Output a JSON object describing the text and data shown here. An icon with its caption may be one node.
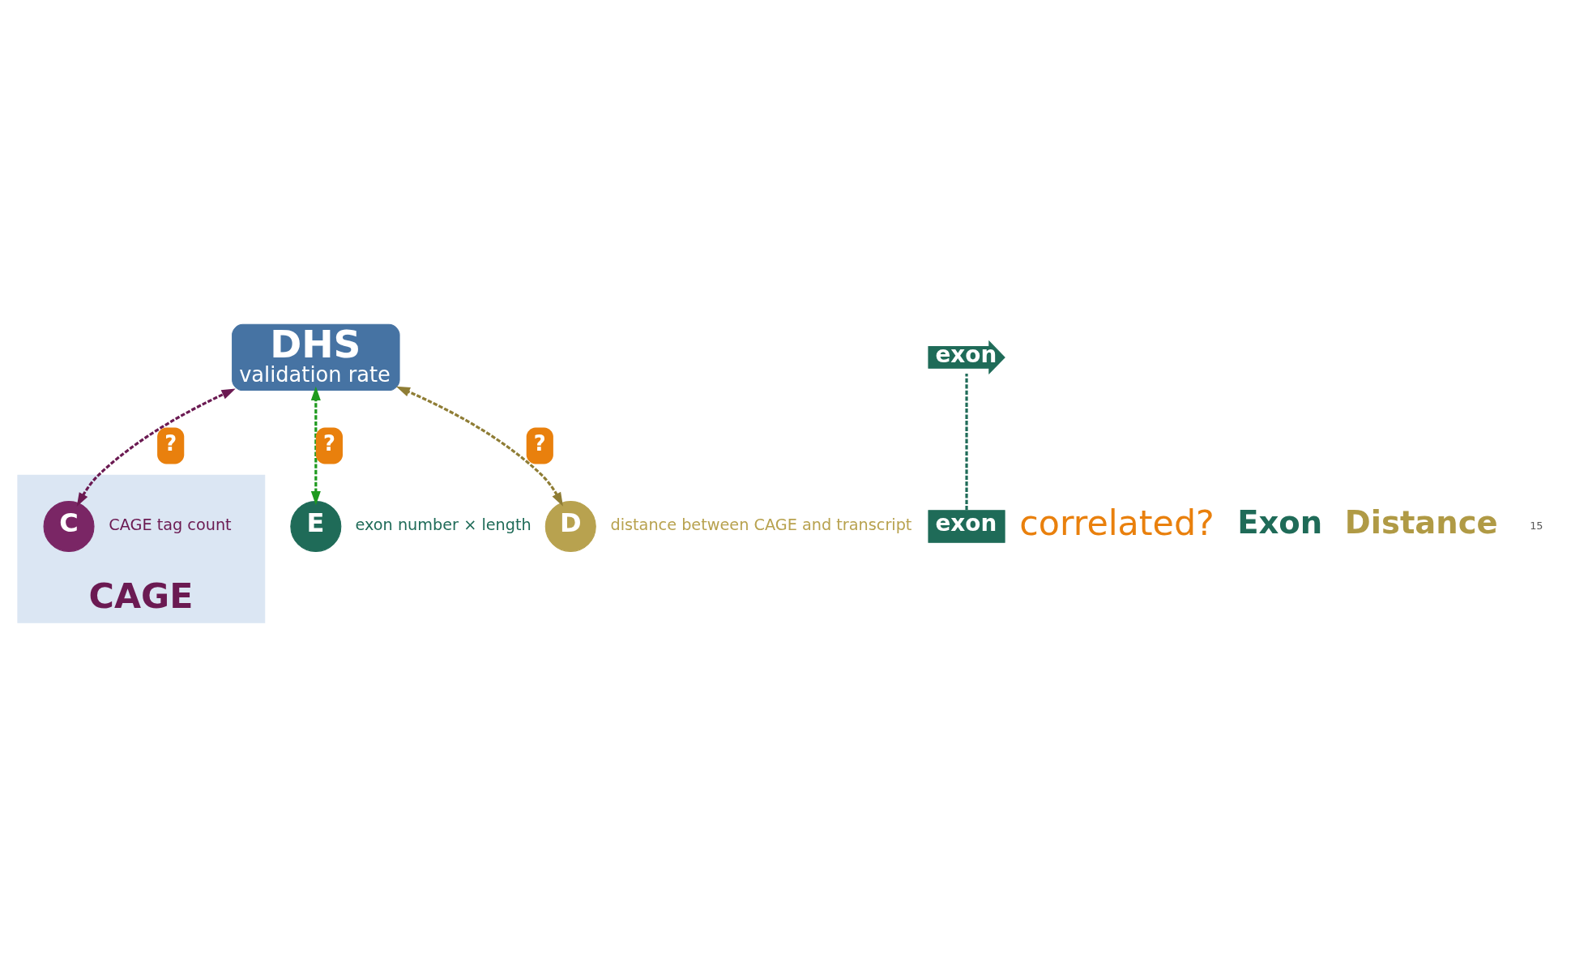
{
  "diagram": {
    "nodes": [
      {
        "text": [
          "DHS",
          "validation rate"
        ]
      },
      {
        "text": [
          "CAGE"
        ]
      },
      {
        "text": [
          "C"
        ],
        "beside": [
          "CAGE tag count"
        ],
        "in": 1
      },
      {
        "text": [
          "E"
        ],
        "beside": [
          "exon number × length"
        ]
      },
      {
        "text": [
          "D"
        ],
        "beside": [
          "distance between CAGE and transcript"
        ]
      },
      {
        "text": [
          "exon"
        ]
      },
      {
        "text": [
          "exon"
        ]
      }
    ],
    "edges": [
      {
        "from": 2,
        "to": 0,
        "arrow": "both",
        "label": "?",
        "style": "dashed",
        "color": "#6b1a52"
      },
      {
        "from": 3,
        "to": 0,
        "arrow": "both",
        "label": "?",
        "style": "dashed",
        "color": "#1e9a1e"
      },
      {
        "from": 4,
        "to": 0,
        "arrow": "both",
        "label": "?",
        "style": "dashed",
        "color": "#8f7d35"
      },
      {
        "from": 5,
        "to": 6,
        "arrow": "none",
        "style": "dashed",
        "color": "#1f6b58"
      }
    ],
    "labels": [
      "correlated?",
      "Exon",
      "Distance",
      "15"
    ]
  }
}
